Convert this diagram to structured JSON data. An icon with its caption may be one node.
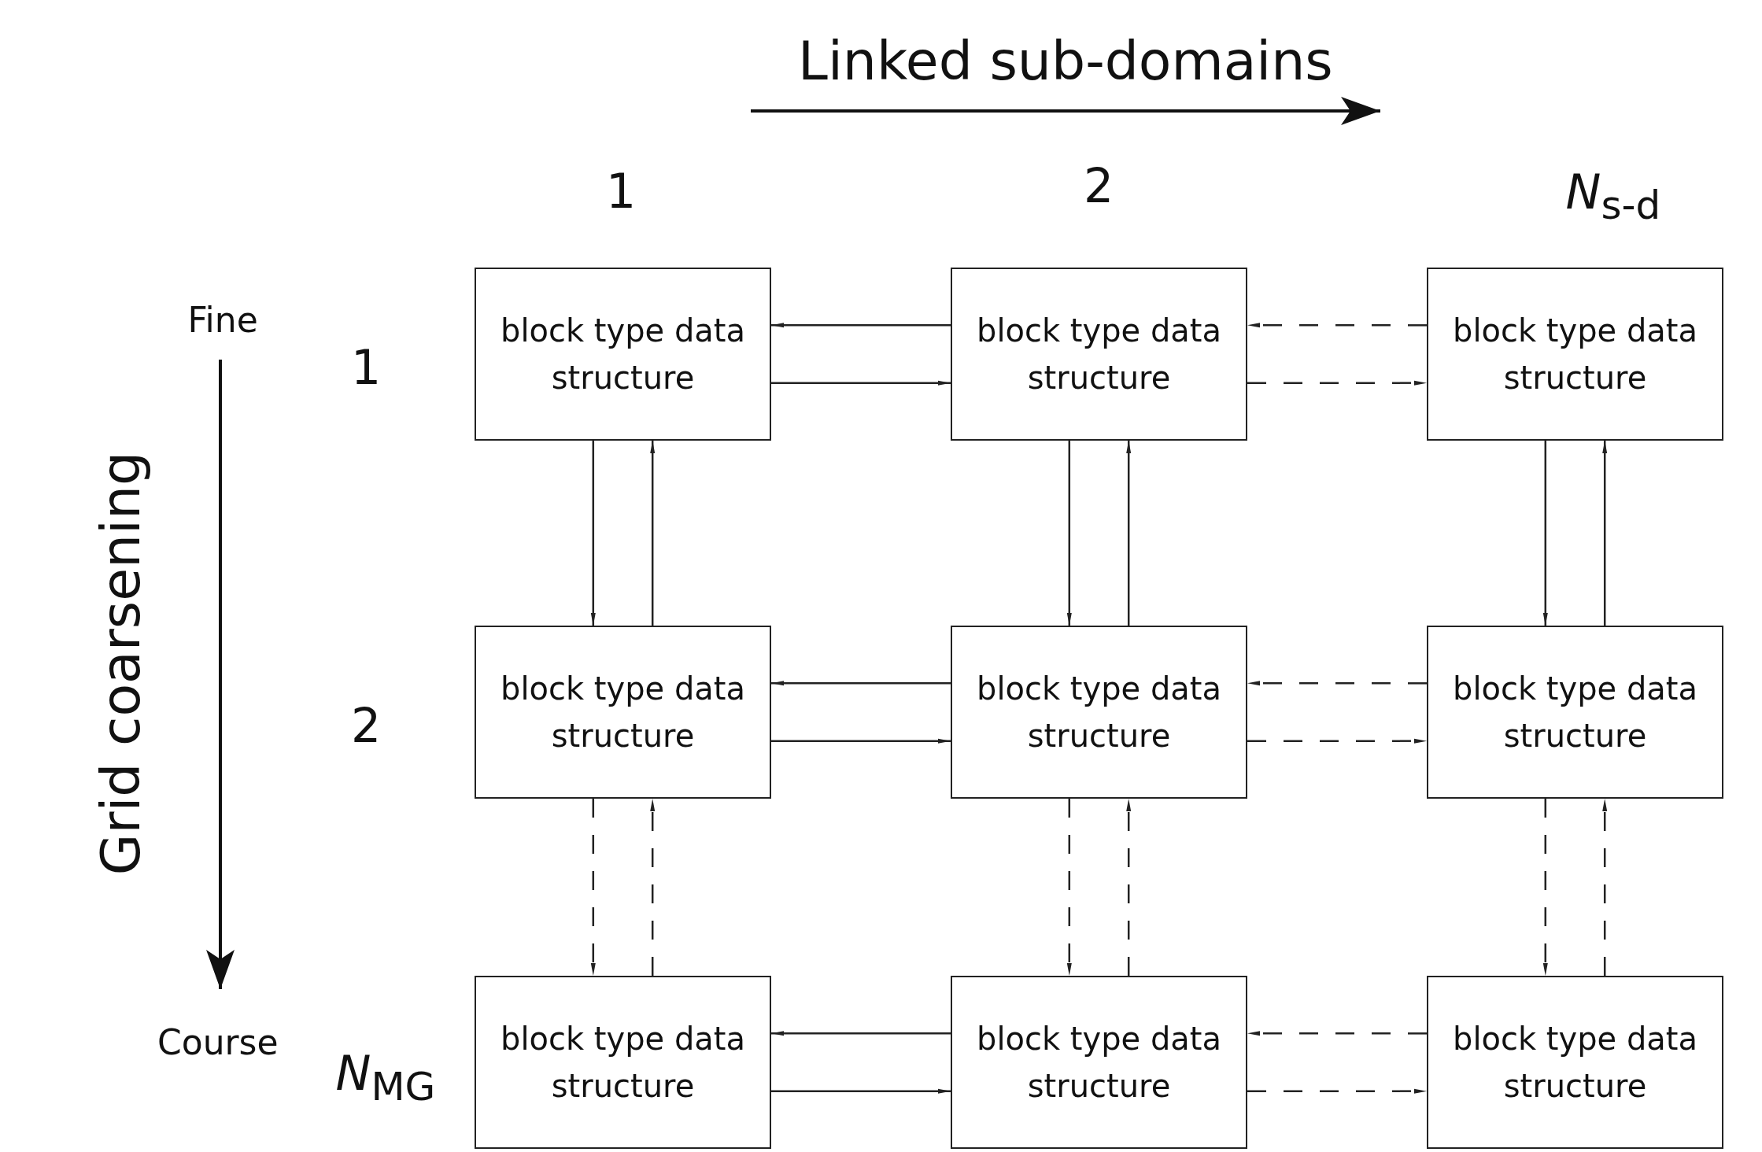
{
  "diagram": {
    "nodes": [
      {
        "text": [
          "block type data structure"
        ]
      },
      {
        "text": [
          "block type data structure"
        ]
      },
      {
        "text": [
          "block type data structure"
        ]
      },
      {
        "text": [
          "block type data structure"
        ]
      },
      {
        "text": [
          "block type data structure"
        ]
      },
      {
        "text": [
          "block type data structure"
        ]
      },
      {
        "text": [
          "block type data structure"
        ]
      },
      {
        "text": [
          "block type data structure"
        ]
      },
      {
        "text": [
          "block type data structure"
        ]
      }
    ],
    "edges": [
      {
        "from": 1,
        "to": 0,
        "arrow": "to"
      },
      {
        "from": 0,
        "to": 1,
        "arrow": "to"
      },
      {
        "from": 2,
        "to": 1,
        "arrow": "to",
        "style": "dashed"
      },
      {
        "from": 1,
        "to": 2,
        "arrow": "to",
        "style": "dashed"
      },
      {
        "from": 4,
        "to": 3,
        "arrow": "to"
      },
      {
        "from": 3,
        "to": 4,
        "arrow": "to"
      },
      {
        "from": 5,
        "to": 4,
        "arrow": "to",
        "style": "dashed"
      },
      {
        "from": 4,
        "to": 5,
        "arrow": "to",
        "style": "dashed"
      },
      {
        "from": 7,
        "to": 6,
        "arrow": "to"
      },
      {
        "from": 6,
        "to": 7,
        "arrow": "to"
      },
      {
        "from": 8,
        "to": 7,
        "arrow": "to",
        "style": "dashed"
      },
      {
        "from": 7,
        "to": 8,
        "arrow": "to",
        "style": "dashed"
      },
      {
        "from": 0,
        "to": 3,
        "arrow": "to"
      },
      {
        "from": 3,
        "to": 0,
        "arrow": "to"
      },
      {
        "from": 1,
        "to": 4,
        "arrow": "to"
      },
      {
        "from": 4,
        "to": 1,
        "arrow": "to"
      },
      {
        "from": 2,
        "to": 5,
        "arrow": "to"
      },
      {
        "from": 5,
        "to": 2,
        "arrow": "to"
      },
      {
        "from": 3,
        "to": 6,
        "arrow": "to",
        "style": "dashed"
      },
      {
        "from": 6,
        "to": 3,
        "arrow": "to",
        "style": "dashed"
      },
      {
        "from": 4,
        "to": 7,
        "arrow": "to",
        "style": "dashed"
      },
      {
        "from": 7,
        "to": 4,
        "arrow": "to",
        "style": "dashed"
      },
      {
        "from": 5,
        "to": 8,
        "arrow": "to",
        "style": "dashed"
      },
      {
        "from": 8,
        "to": 5,
        "arrow": "to",
        "style": "dashed"
      }
    ],
    "labels": [
      "Linked sub-domains",
      "1",
      "2",
      "*N*$_{s-d}$",
      "Fine",
      "1",
      "Grid coarsening",
      "2",
      "Course",
      "*N*$_{MG}$"
    ]
  }
}
